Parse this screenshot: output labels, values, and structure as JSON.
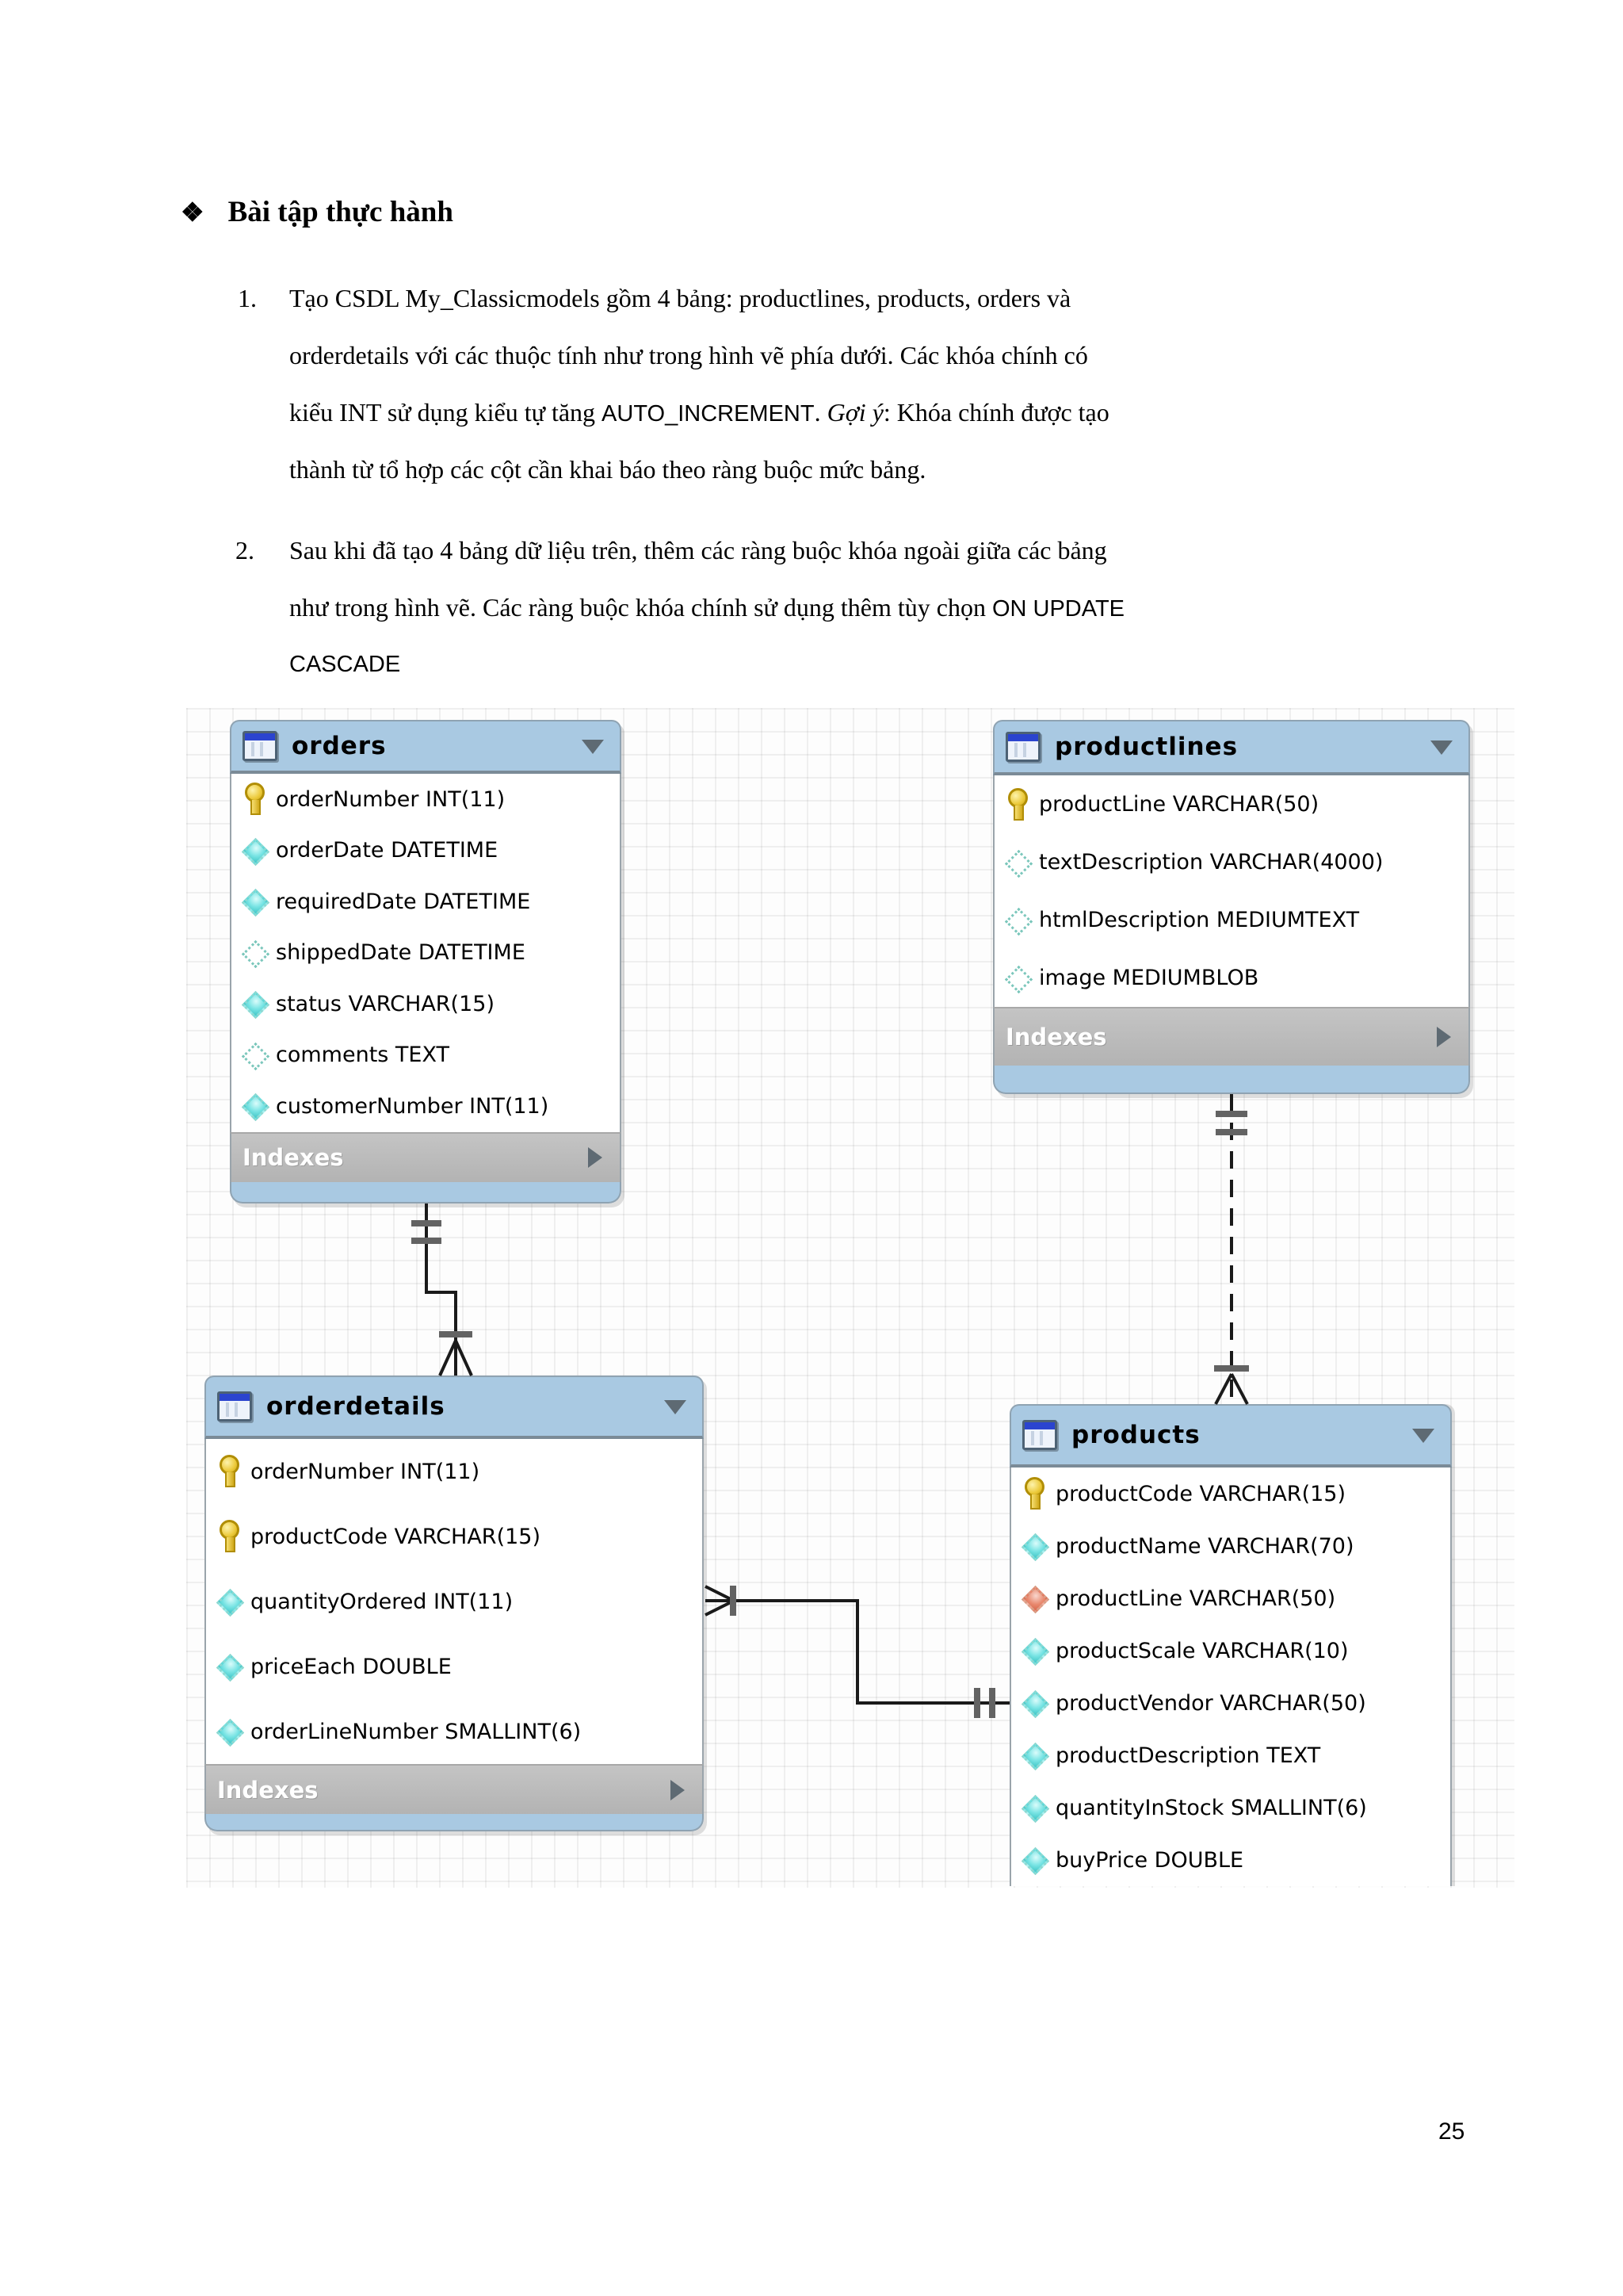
{
  "page": {
    "number": "25"
  },
  "heading": {
    "bullet": "❖",
    "title": "Bài tập thực hành"
  },
  "task1": {
    "number": "1.",
    "line1": "Tạo CSDL My_Classicmodels gồm 4 bảng: productlines, products, orders và",
    "line2": "orderdetails với các thuộc tính như trong hình vẽ phía dưới. Các khóa chính có",
    "line3a": "kiểu INT sử dụng kiểu tự tăng ",
    "line3b": "AUTO_INCREMENT",
    "line3c": ". ",
    "line3d": "Gợi ý",
    "line3e": ": Khóa chính được tạo",
    "line4": "thành từ tổ hợp các cột cần khai báo theo ràng buộc mức bảng."
  },
  "task2": {
    "number": "2.",
    "line1": "Sau khi đã tạo 4 bảng dữ liệu trên, thêm các ràng buộc khóa ngoài giữa các bảng",
    "line2a": "như trong hình vẽ. Các ràng buộc khóa chính sử dụng thêm tùy chọn ",
    "line2b": "ON UPDATE",
    "line3": "CASCADE"
  },
  "diagram": {
    "tables": {
      "orders": {
        "title": "orders",
        "footer": "Indexes",
        "columns": [
          {
            "icon": "key-icon",
            "text": "orderNumber INT(11)"
          },
          {
            "icon": "attribute-icon",
            "text": "orderDate DATETIME"
          },
          {
            "icon": "attribute-icon",
            "text": "requiredDate DATETIME"
          },
          {
            "icon": "attribute-nullable-icon",
            "text": "shippedDate DATETIME"
          },
          {
            "icon": "attribute-icon",
            "text": "status VARCHAR(15)"
          },
          {
            "icon": "attribute-nullable-icon",
            "text": "comments TEXT"
          },
          {
            "icon": "attribute-icon",
            "text": "customerNumber INT(11)"
          }
        ]
      },
      "productlines": {
        "title": "productlines",
        "footer": "Indexes",
        "columns": [
          {
            "icon": "key-icon",
            "text": "productLine VARCHAR(50)"
          },
          {
            "icon": "attribute-nullable-icon",
            "text": "textDescription VARCHAR(4000)"
          },
          {
            "icon": "attribute-nullable-icon",
            "text": "htmlDescription MEDIUMTEXT"
          },
          {
            "icon": "attribute-nullable-icon",
            "text": "image MEDIUMBLOB"
          }
        ]
      },
      "orderdetails": {
        "title": "orderdetails",
        "footer": "Indexes",
        "columns": [
          {
            "icon": "key-icon",
            "text": "orderNumber INT(11)"
          },
          {
            "icon": "key-icon",
            "text": "productCode VARCHAR(15)"
          },
          {
            "icon": "attribute-icon",
            "text": "quantityOrdered INT(11)"
          },
          {
            "icon": "attribute-icon",
            "text": "priceEach DOUBLE"
          },
          {
            "icon": "attribute-icon",
            "text": "orderLineNumber SMALLINT(6)"
          }
        ]
      },
      "products": {
        "title": "products",
        "columns": [
          {
            "icon": "key-icon",
            "text": "productCode VARCHAR(15)"
          },
          {
            "icon": "attribute-icon",
            "text": "productName VARCHAR(70)"
          },
          {
            "icon": "foreign-key-icon",
            "text": "productLine VARCHAR(50)"
          },
          {
            "icon": "attribute-icon",
            "text": "productScale VARCHAR(10)"
          },
          {
            "icon": "attribute-icon",
            "text": "productVendor VARCHAR(50)"
          },
          {
            "icon": "attribute-icon",
            "text": "productDescription TEXT"
          },
          {
            "icon": "attribute-icon",
            "text": "quantityInStock SMALLINT(6)"
          },
          {
            "icon": "attribute-icon",
            "text": "buyPrice DOUBLE"
          }
        ]
      }
    },
    "relationships": [
      {
        "name": "orders-orderdetails",
        "style": "solid",
        "cardinality": "one-to-many"
      },
      {
        "name": "productlines-products",
        "style": "dashed",
        "cardinality": "one-to-many"
      },
      {
        "name": "orderdetails-products",
        "style": "solid",
        "cardinality": "many-to-one"
      }
    ],
    "colors": {
      "table_header": "#a9c9e2",
      "indexes_bar": "#b9b9b9",
      "key": "#e8c832",
      "attribute": "#7fe8ea",
      "foreign_key": "#e78876",
      "grid": "#ececec",
      "line": "#1a1a1a"
    }
  }
}
